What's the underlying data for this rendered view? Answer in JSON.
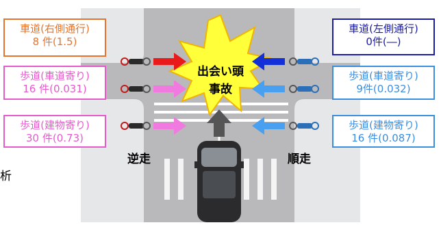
{
  "left_boxes": [
    {
      "line1": "車道(右側通行)",
      "line2": "8 件(1.5)"
    },
    {
      "line1": "歩道(車道寄り)",
      "line2": "16 件(0.031)"
    },
    {
      "line1": "歩道(建物寄り)",
      "line2": "30 件(0.73)"
    }
  ],
  "right_boxes": [
    {
      "line1": "車道(左側通行)",
      "line2": "0件(―)"
    },
    {
      "line1": "歩道(車道寄り)",
      "line2": "9件(0.032)"
    },
    {
      "line1": "歩道(建物寄り)",
      "line2": "16 件(0.087)"
    }
  ],
  "labels": {
    "reverse": "逆走",
    "forward": "順走",
    "edge_text": "析"
  },
  "burst": {
    "line1": "出会い頭",
    "line2": "事故"
  },
  "colors": {
    "orange": "#e8732a",
    "magenta": "#e55acb",
    "navy": "#1a1aa8",
    "blue": "#3a8ee0",
    "arrow_red": "#e81a1a",
    "arrow_pink": "#f07adf",
    "arrow_navy": "#1330d8",
    "arrow_blue": "#4aa0f0",
    "burst_fill": "#ffff3a"
  },
  "icons": [
    "bicycle-icon",
    "car-icon",
    "burst-icon",
    "arrow-icon"
  ]
}
